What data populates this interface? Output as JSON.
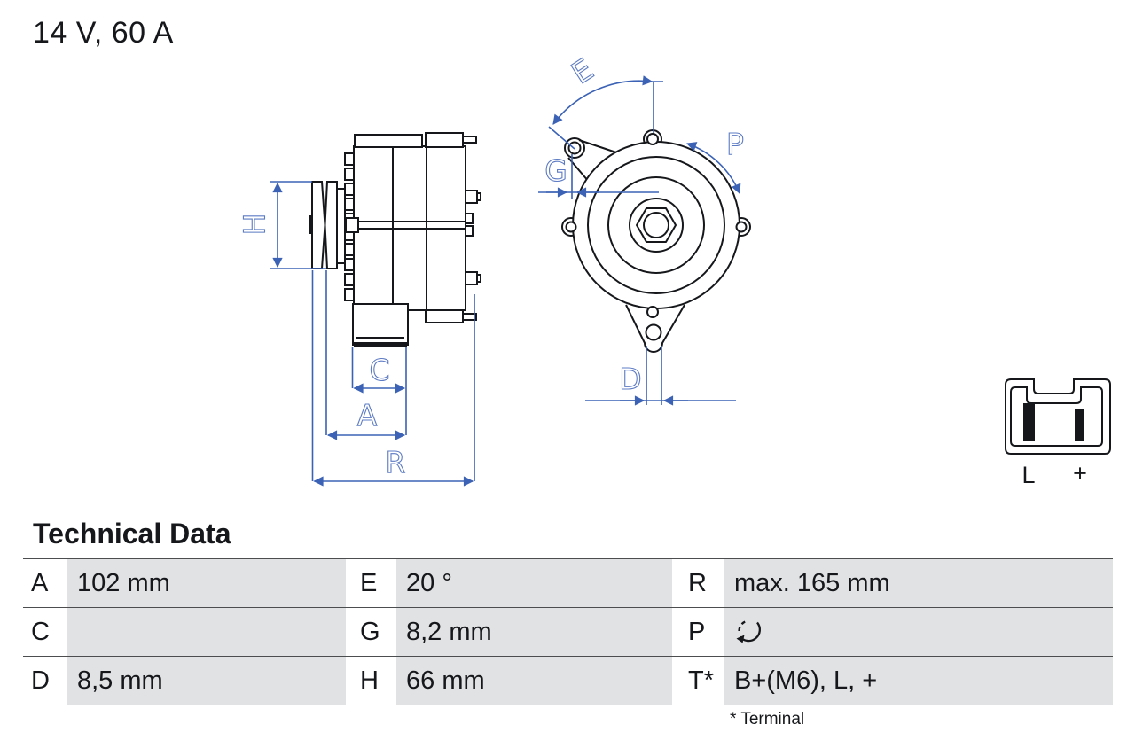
{
  "header": {
    "rating": "14 V, 60 A"
  },
  "diagram": {
    "dimension_labels": {
      "h": "H",
      "c": "C",
      "a": "A",
      "r": "R",
      "e": "E",
      "g": "G",
      "p": "P",
      "d": "D"
    },
    "connector": {
      "left_pin_label": "L",
      "right_pin_label": "+"
    }
  },
  "technical_data": {
    "title": "Technical Data",
    "rows": [
      {
        "l1": "A",
        "v1": "102 mm",
        "l2": "E",
        "v2": "20 °",
        "l3": "R",
        "v3": "max. 165 mm"
      },
      {
        "l1": "C",
        "v1": "",
        "l2": "G",
        "v2": "8,2 mm",
        "l3": "P",
        "v3": ""
      },
      {
        "l1": "D",
        "v1": "8,5 mm",
        "l2": "H",
        "v2": "66 mm",
        "l3": "T*",
        "v3": "B+(M6), L, +"
      }
    ],
    "p_value_icon": "rotation-direction-icon",
    "footnote": "* Terminal"
  },
  "colors": {
    "dimension_blue": "#3b62b5",
    "dimension_label_blue": "#5d7bc4",
    "cell_gray": "#e1e2e4",
    "rule_gray": "#4b4d4f",
    "line_black": "#15171a"
  }
}
